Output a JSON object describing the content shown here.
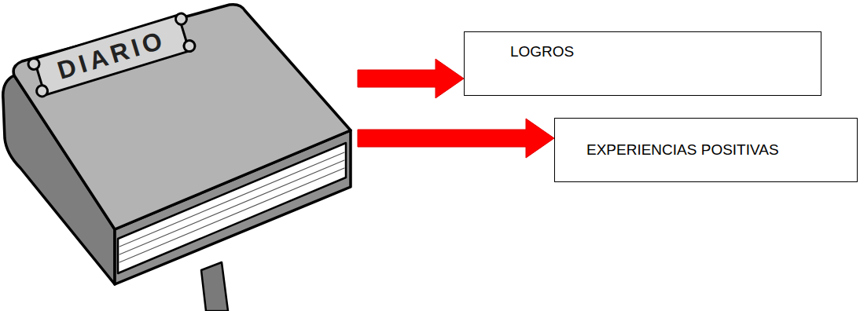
{
  "diagram": {
    "nodes": [
      {
        "text": [
          "DIARIO"
        ]
      },
      {
        "text": [
          "LOGROS"
        ]
      },
      {
        "text": [
          "EXPERIENCIAS POSITIVAS"
        ]
      }
    ],
    "edges": [
      {
        "from": 0,
        "to": 1,
        "arrow": "to"
      },
      {
        "from": 0,
        "to": 2,
        "arrow": "to"
      }
    ]
  }
}
